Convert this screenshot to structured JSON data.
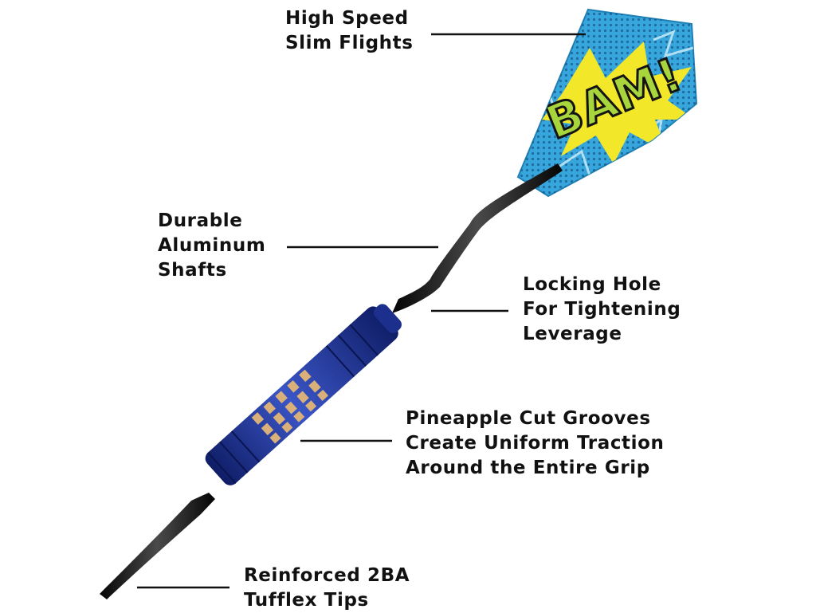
{
  "callouts": {
    "flights": {
      "lines": [
        "High Speed",
        "Slim Flights"
      ]
    },
    "shafts": {
      "lines": [
        "Durable",
        "Aluminum",
        "Shafts"
      ]
    },
    "locking": {
      "lines": [
        "Locking Hole",
        "For Tightening",
        "Leverage"
      ]
    },
    "grooves": {
      "lines": [
        "Pineapple Cut Grooves",
        "Create Uniform Traction",
        "Around the Entire Grip"
      ]
    },
    "tips": {
      "lines": [
        "Reinforced 2BA",
        "Tufflex Tips"
      ]
    }
  },
  "flight_graphic": {
    "text": "BAM!"
  },
  "colors": {
    "text": "#111111",
    "flight_blue": "#37a6dc",
    "flight_yellow": "#f2e829",
    "flight_green": "#a8d43c",
    "barrel_blue": "#1c2f8c",
    "shaft_black": "#1c1c1c",
    "groove_gold": "#d9b07a"
  }
}
